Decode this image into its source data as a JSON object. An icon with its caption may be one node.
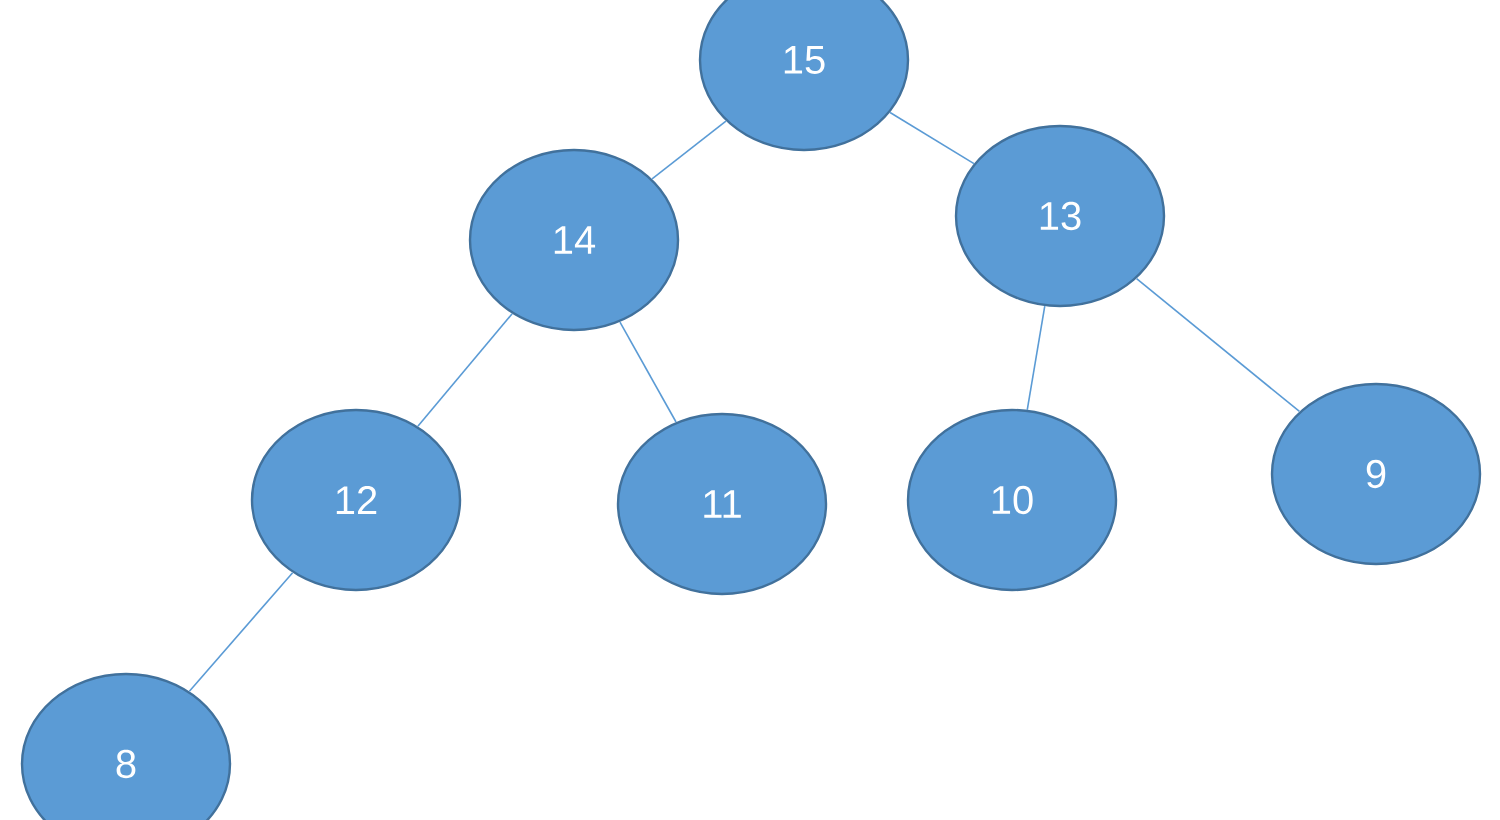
{
  "diagram": {
    "nodes": [
      {
        "text": [
          "15"
        ]
      },
      {
        "text": [
          "14"
        ]
      },
      {
        "text": [
          "13"
        ]
      },
      {
        "text": [
          "12"
        ]
      },
      {
        "text": [
          "11"
        ]
      },
      {
        "text": [
          "10"
        ]
      },
      {
        "text": [
          "9"
        ]
      },
      {
        "text": [
          "8"
        ]
      }
    ],
    "edges": [
      {
        "from": 0,
        "to": 1,
        "arrow": "none"
      },
      {
        "from": 0,
        "to": 2,
        "arrow": "none"
      },
      {
        "from": 1,
        "to": 3,
        "arrow": "none"
      },
      {
        "from": 1,
        "to": 4,
        "arrow": "none"
      },
      {
        "from": 2,
        "to": 5,
        "arrow": "none"
      },
      {
        "from": 2,
        "to": 6,
        "arrow": "none"
      },
      {
        "from": 3,
        "to": 7,
        "arrow": "none"
      }
    ]
  }
}
